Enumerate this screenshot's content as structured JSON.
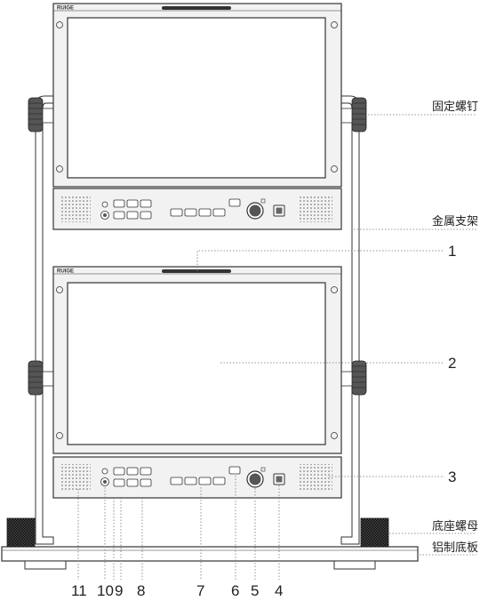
{
  "brand": "RUIGE",
  "annotations": {
    "fixing_screw": "固定螺钉",
    "metal_bracket": "金属支架",
    "base_nut": "底座螺母",
    "aluminum_base": "铝制底板"
  },
  "callouts": {
    "c1": "1",
    "c2": "2",
    "c3": "3",
    "b11": "11",
    "b10": "10",
    "b9": "9",
    "b8": "8",
    "b7": "7",
    "b6": "6",
    "b5": "5",
    "b4": "4"
  },
  "colors": {
    "line": "#333333",
    "screen_fill": "#ffffff",
    "bezel_fill": "#f2f2f2",
    "knob_fill": "#555555",
    "dotted_leader": "#777777"
  }
}
